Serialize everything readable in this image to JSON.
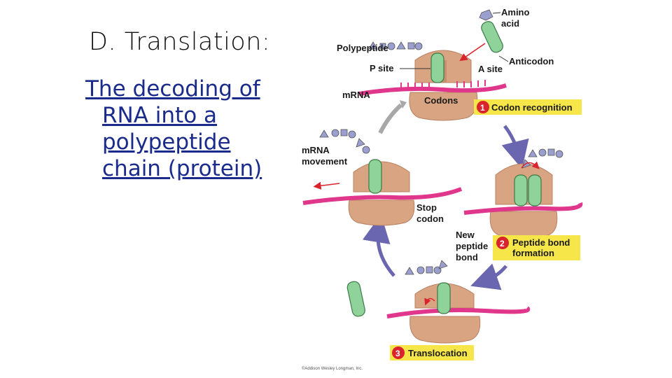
{
  "slide": {
    "title": "D.  Translation:",
    "body_lines": [
      "The decoding of",
      "RNA into a",
      "polypeptide",
      "chain (protein)"
    ]
  },
  "diagram": {
    "labels": {
      "amino_acid_1": "Amino",
      "amino_acid_2": "acid",
      "polypeptide": "Polypeptide",
      "p_site": "P site",
      "a_site": "A site",
      "anticodon": "Anticodon",
      "mrna": "mRNA",
      "codons": "Codons",
      "mrna_movement_1": "mRNA",
      "mrna_movement_2": "movement",
      "stop_codon_1": "Stop",
      "stop_codon_2": "codon",
      "new_peptide_bond_1": "New",
      "new_peptide_bond_2": "peptide",
      "new_peptide_bond_3": "bond"
    },
    "steps": [
      {
        "number": "1",
        "label": "Codon recognition"
      },
      {
        "number": "2",
        "label_1": "Peptide bond",
        "label_2": "formation"
      },
      {
        "number": "3",
        "label": "Translocation"
      }
    ],
    "credit": "©Addison Wesley Longman, Inc.",
    "colors": {
      "ribosome": "#d9a482",
      "ribosome_dark": "#b88062",
      "mrna": "#e0368c",
      "trna": "#8fd39a",
      "step_box": "#f6e64a",
      "step_circle": "#d9232d",
      "cycle_arrow": "#6b66b0",
      "gray_arrow": "#a8a8a8",
      "amino_acid": "#9b9fd0"
    }
  }
}
